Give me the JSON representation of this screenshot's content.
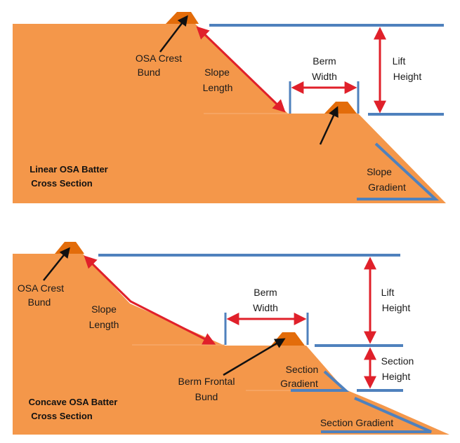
{
  "colors": {
    "fill": "#F4974A",
    "bund": "#E36C0A",
    "blue": "#4F81BD",
    "red": "#E0202A",
    "black": "#111111"
  },
  "linear": {
    "title_line1": "Linear OSA Batter",
    "title_line2": "Cross Section",
    "crest_bund_line1": "OSA Crest",
    "crest_bund_line2": "Bund",
    "slope_length_line1": "Slope",
    "slope_length_line2": "Length",
    "berm_width_line1": "Berm",
    "berm_width_line2": "Width",
    "lift_height_line1": "Lift",
    "lift_height_line2": "Height",
    "slope_gradient_line1": "Slope",
    "slope_gradient_line2": "Gradient"
  },
  "concave": {
    "title_line1": "Concave OSA Batter",
    "title_line2": "Cross Section",
    "crest_bund_line1": "OSA Crest",
    "crest_bund_line2": "Bund",
    "slope_length_line1": "Slope",
    "slope_length_line2": "Length",
    "berm_width_line1": "Berm",
    "berm_width_line2": "Width",
    "lift_height_line1": "Lift",
    "lift_height_line2": "Height",
    "section_height_line1": "Section",
    "section_height_line2": "Height",
    "section_gradient_upper_line1": "Section",
    "section_gradient_upper_line2": "Gradient",
    "berm_frontal_bund_line1": "Berm Frontal",
    "berm_frontal_bund_line2": "Bund",
    "section_gradient_lower": "Section Gradient"
  }
}
